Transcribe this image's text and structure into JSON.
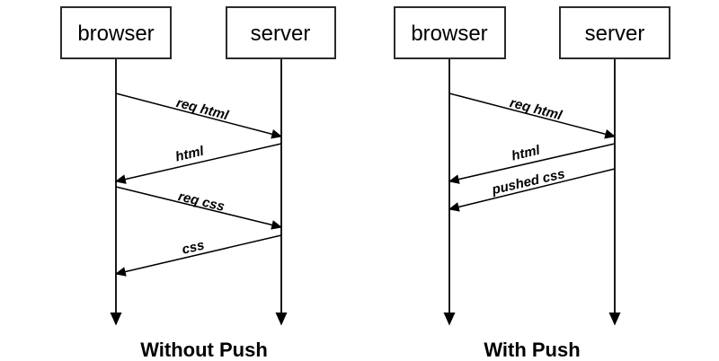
{
  "colors": {
    "background": "#ffffff",
    "line": "#000000",
    "box_border": "#2b2b2b",
    "text": "#000000"
  },
  "diagrams": [
    {
      "id": "without-push",
      "caption": "Without Push",
      "actors": [
        {
          "label": "browser"
        },
        {
          "label": "server"
        }
      ],
      "messages": [
        {
          "label": "req html",
          "from": "browser",
          "to": "server"
        },
        {
          "label": "html",
          "from": "server",
          "to": "browser"
        },
        {
          "label": "req css",
          "from": "browser",
          "to": "server"
        },
        {
          "label": "css",
          "from": "server",
          "to": "browser"
        }
      ]
    },
    {
      "id": "with-push",
      "caption": "With Push",
      "actors": [
        {
          "label": "browser"
        },
        {
          "label": "server"
        }
      ],
      "messages": [
        {
          "label": "req html",
          "from": "browser",
          "to": "server"
        },
        {
          "label": "html",
          "from": "server",
          "to": "browser"
        },
        {
          "label": "pushed css",
          "from": "server",
          "to": "browser"
        }
      ]
    }
  ]
}
